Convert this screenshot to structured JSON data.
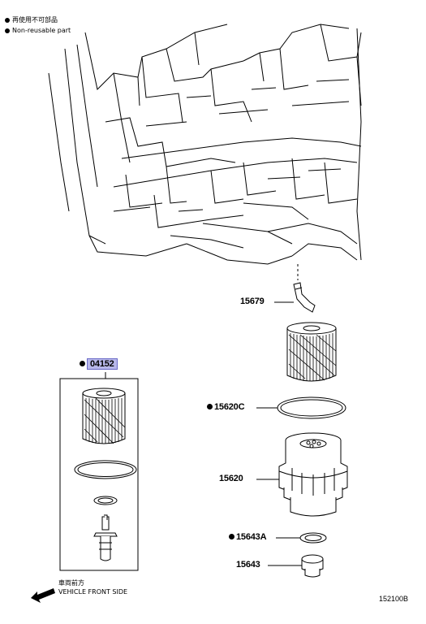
{
  "legend": {
    "line1": "再使用不可部品",
    "line2": "Non-reusable part"
  },
  "parts": {
    "p04152": "04152",
    "p15679": "15679",
    "p15620C": "15620C",
    "p15620": "15620",
    "p15643A": "15643A",
    "p15643": "15643"
  },
  "front": {
    "jp": "車両前方",
    "en": "VEHICLE FRONT SIDE"
  },
  "diagram_code": "152100B",
  "colors": {
    "highlight": "#b8b8ea",
    "line": "#000000"
  }
}
